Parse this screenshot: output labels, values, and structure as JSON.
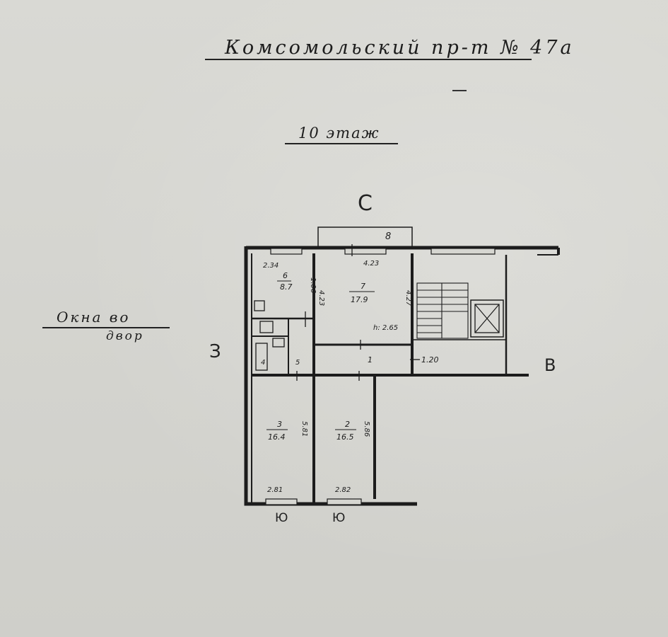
{
  "header": {
    "address": "Комсомольский пр-т № 47а",
    "floor": "10 этаж"
  },
  "note": {
    "line1": "Окна во",
    "line2": "двор"
  },
  "compass": {
    "north": "С",
    "west": "З",
    "east": "В",
    "south_1": "Ю",
    "south_2": "Ю"
  },
  "rooms": {
    "r1": {
      "number": "1",
      "dim": "1.20"
    },
    "r2": {
      "number": "2",
      "area": "16.5",
      "dim_width": "2.82",
      "dim_depth": "5.86"
    },
    "r3": {
      "number": "3",
      "area": "16.4",
      "dim_width": "2.81",
      "dim_depth": "5.81"
    },
    "r4": {
      "number": "4"
    },
    "r5": {
      "number": "5"
    },
    "r6": {
      "number": "6",
      "area": "8.7",
      "dim_width": "2.34",
      "dim_depth": "1.06"
    },
    "r7": {
      "number": "7",
      "area": "17.9",
      "dim_width": "4.23",
      "dim_left": "4.23",
      "dim_right": "4.27",
      "height": "h: 2.65"
    },
    "r8": {
      "number": "8"
    }
  },
  "colors": {
    "paper": "#d6d6d1",
    "ink": "#1c1c1c"
  }
}
